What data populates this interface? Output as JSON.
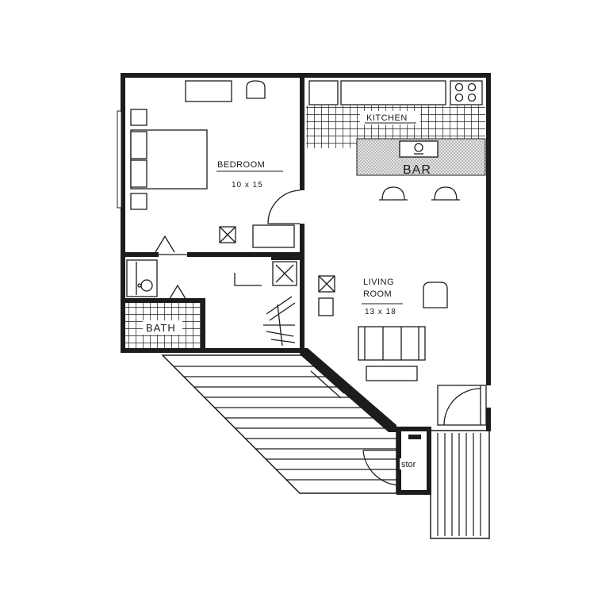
{
  "rooms": {
    "bedroom": {
      "name": "BEDROOM",
      "dims": "10 x 15"
    },
    "kitchen": {
      "name": "KITCHEN"
    },
    "bar": {
      "name": "BAR"
    },
    "living": {
      "name_line1": "LIVING",
      "name_line2": "ROOM",
      "dims": "13 x 18"
    },
    "bath": {
      "name": "BATH"
    },
    "storage": {
      "name": "stor"
    }
  },
  "colors": {
    "line": "#1c1c1c",
    "tile": "#1c1c1c",
    "bar_fill": "#cfcfcf"
  }
}
